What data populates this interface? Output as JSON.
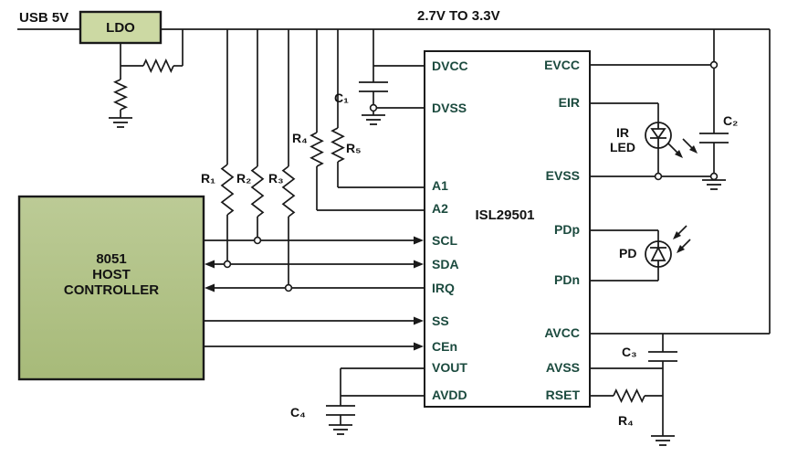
{
  "labels": {
    "usb": "USB 5V",
    "rail_voltage": "2.7V TO 3.3V"
  },
  "ldo": {
    "label": "LDO"
  },
  "host_controller": {
    "line1": "8051",
    "line2": "HOST",
    "line3": "CONTROLLER"
  },
  "ic": {
    "name": "ISL29501",
    "left_pins": [
      "DVCC",
      "DVSS",
      "A1",
      "A2",
      "SCL",
      "SDA",
      "IRQ",
      "SS",
      "CEn",
      "VOUT",
      "AVDD"
    ],
    "right_pins": [
      "EVCC",
      "EIR",
      "EVSS",
      "PDp",
      "PDn",
      "AVCC",
      "AVSS",
      "RSET"
    ]
  },
  "components": {
    "r1": "R₁",
    "r2": "R₂",
    "r3": "R₃",
    "r4_pullup": "R₄",
    "r5": "R₅",
    "c1": "C₁",
    "c2": "C₂",
    "c3": "C₃",
    "c4": "C₄",
    "r4_rset": "R₄",
    "ir_led_line1": "IR",
    "ir_led_line2": "LED",
    "pd": "PD"
  },
  "colors": {
    "wire": "#1a1a1a",
    "pin_text": "#1b4a3e",
    "ldo_fill": "#ccd9a3",
    "host_fill_top": "#bccb96",
    "host_fill_bottom": "#a7ba79",
    "border": "#1a1a1a"
  }
}
